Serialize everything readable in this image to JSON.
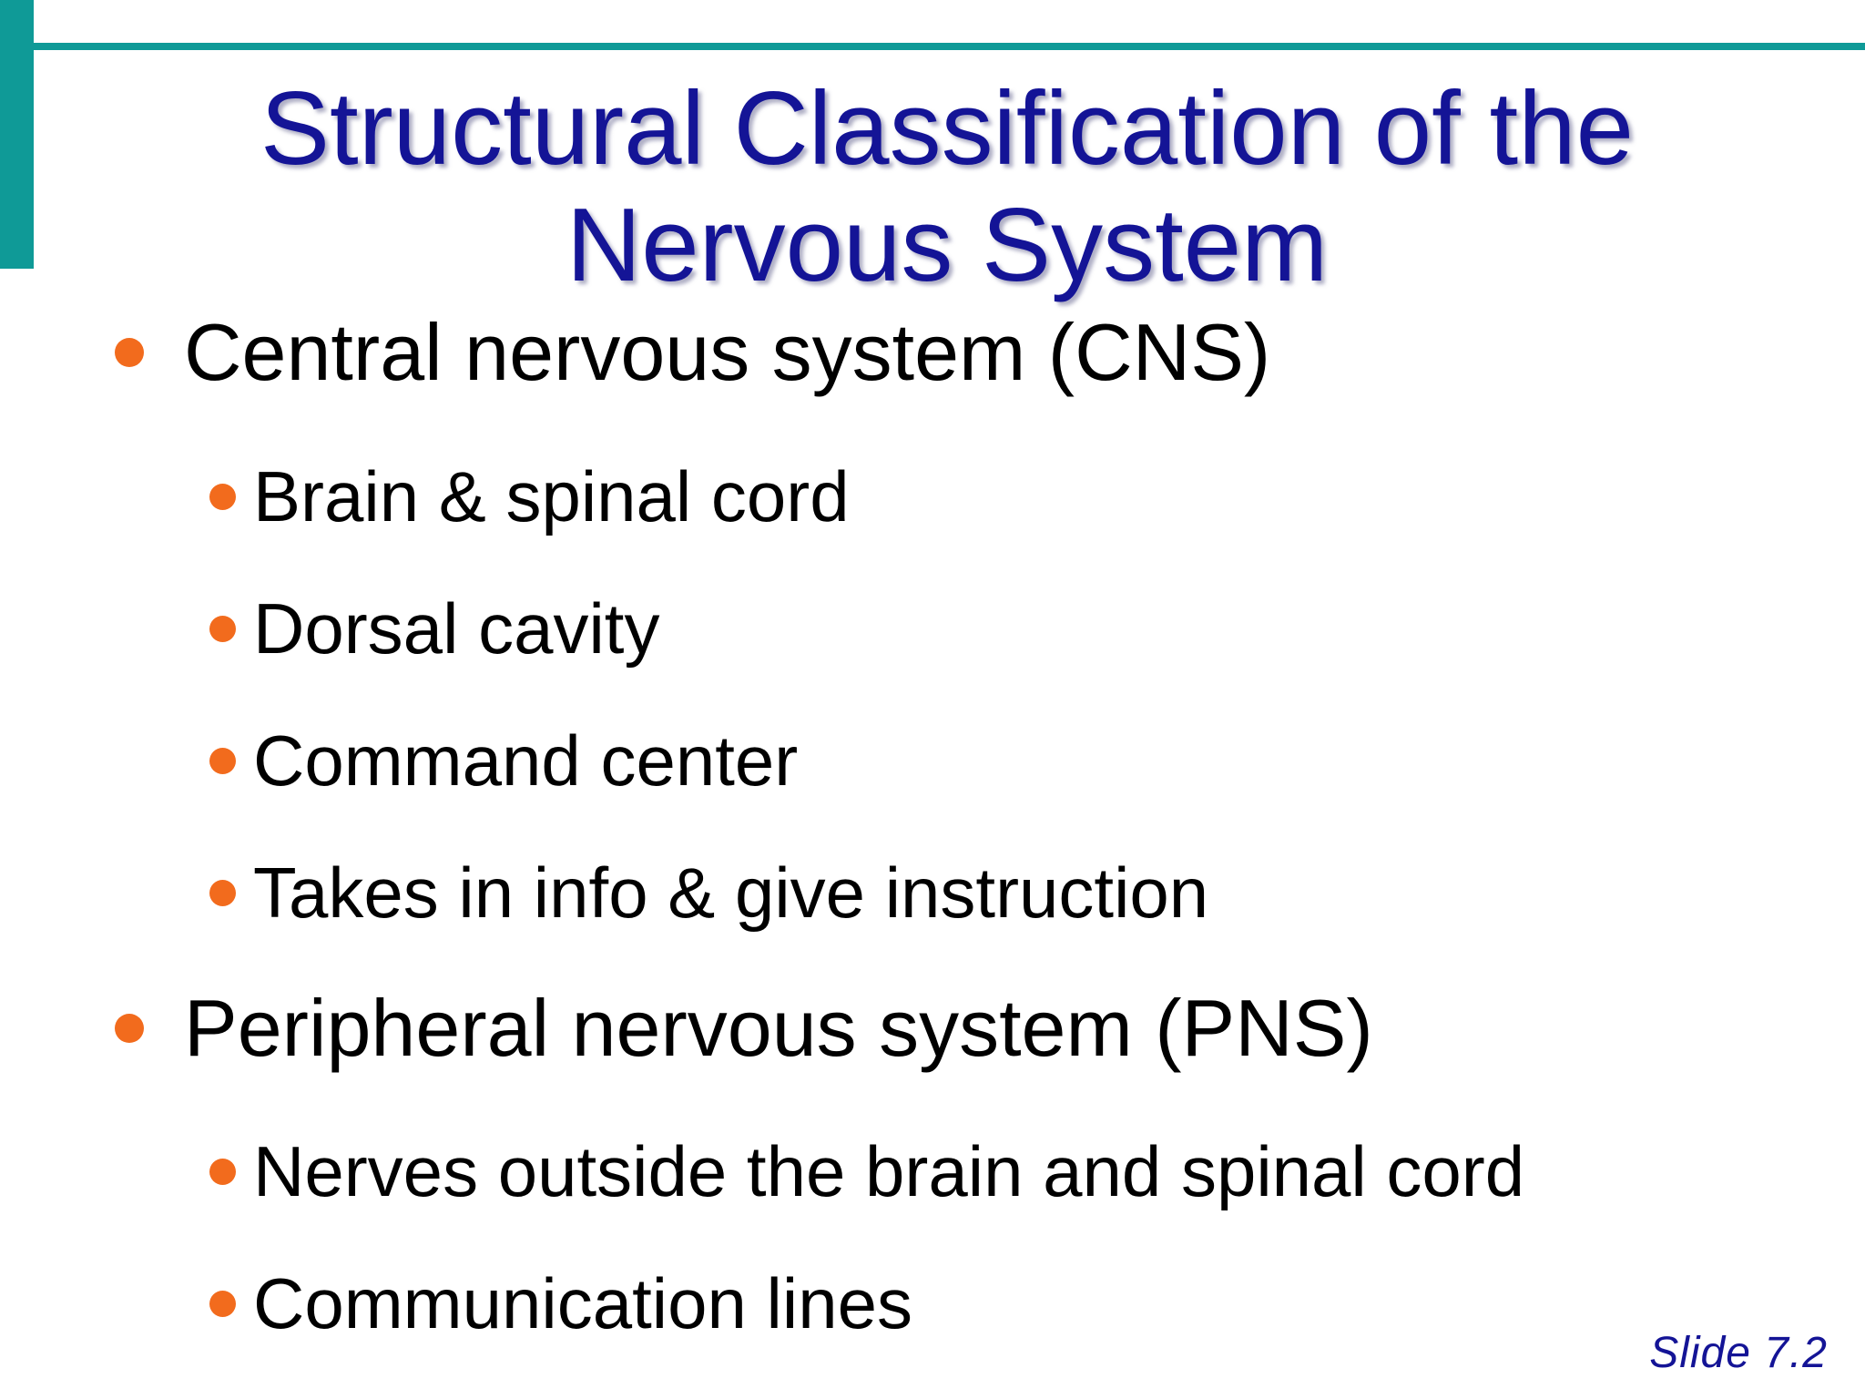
{
  "slide": {
    "title": "Structural Classification of the Nervous System",
    "bullets": [
      {
        "text": "Central nervous system (CNS)",
        "level": 1
      },
      {
        "text": "Brain & spinal cord",
        "level": 2
      },
      {
        "text": "Dorsal cavity",
        "level": 2
      },
      {
        "text": "Command center",
        "level": 2
      },
      {
        "text": "Takes in info & give instruction",
        "level": 2
      },
      {
        "text": "Peripheral nervous system (PNS)",
        "level": 1
      },
      {
        "text": "Nerves outside the brain and spinal cord",
        "level": 2
      },
      {
        "text": "Communication lines",
        "level": 2
      }
    ],
    "slide_number": "Slide 7.2"
  },
  "colors": {
    "accent": "#0f9a97",
    "title": "#141496",
    "bullet": "#f26b1d",
    "text": "#000000"
  }
}
